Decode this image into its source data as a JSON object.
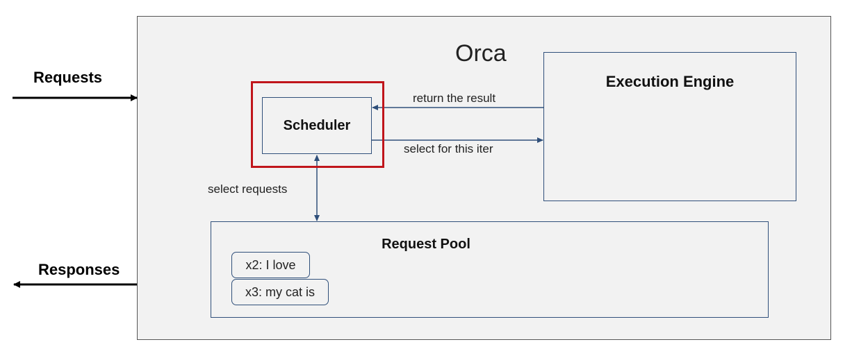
{
  "title": "Orca",
  "inputs": {
    "requests_label": "Requests",
    "responses_label": "Responses"
  },
  "nodes": {
    "scheduler": "Scheduler",
    "execution_engine": "Execution Engine",
    "request_pool": "Request Pool"
  },
  "edges": {
    "return_result": "return the result",
    "select_iter": "select for this iter",
    "select_requests": "select requests"
  },
  "pool_items": [
    "x2: I love",
    "x3: my cat is"
  ],
  "colors": {
    "highlight": "#c0151b",
    "connector": "#2f4f7a",
    "frame_fill": "#f2f2f2"
  }
}
